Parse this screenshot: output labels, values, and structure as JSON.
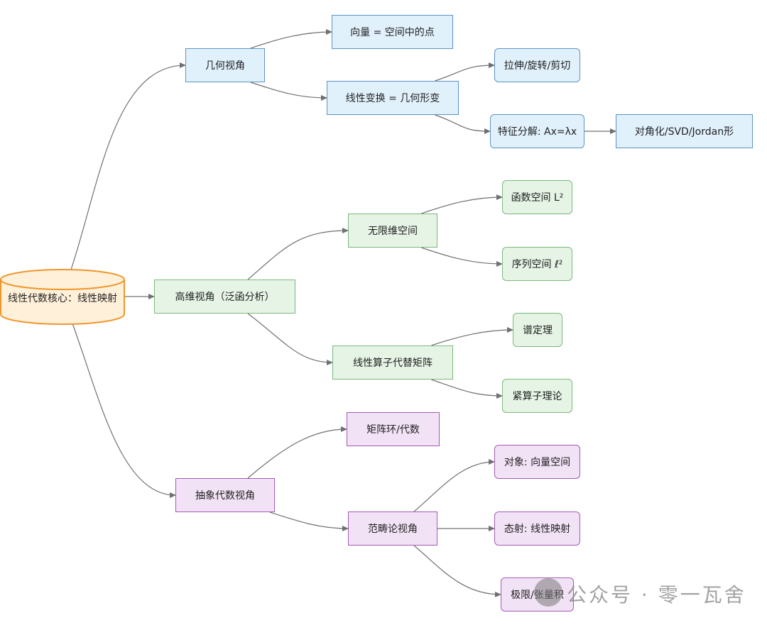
{
  "diagram": {
    "root": {
      "id": "root",
      "label": "线性代数核心：线性映射",
      "shape": "cylinder",
      "color": "#ffe6b3"
    },
    "nodes": [
      {
        "id": "geo",
        "label": "几何视角",
        "group": "blue"
      },
      {
        "id": "vec",
        "label": "向量 = 空间中的点",
        "group": "blue"
      },
      {
        "id": "lt",
        "label": "线性变换 = 几何形变",
        "group": "blue"
      },
      {
        "id": "stretch",
        "label": "拉伸/旋转/剪切",
        "group": "blue"
      },
      {
        "id": "eig",
        "label": "特征分解: Ax=λx",
        "group": "blue"
      },
      {
        "id": "diag",
        "label": "对角化/SVD/Jordan形",
        "group": "blue"
      },
      {
        "id": "hd",
        "label": "高维视角（泛函分析）",
        "group": "green"
      },
      {
        "id": "inf",
        "label": "无限维空间",
        "group": "green"
      },
      {
        "id": "l2",
        "label": "函数空间 L²",
        "group": "green"
      },
      {
        "id": "seq",
        "label": "序列空间 ℓ²",
        "group": "green"
      },
      {
        "id": "op",
        "label": "线性算子代替矩阵",
        "group": "green"
      },
      {
        "id": "spec",
        "label": "谱定理",
        "group": "green"
      },
      {
        "id": "comp",
        "label": "紧算子理论",
        "group": "green"
      },
      {
        "id": "abs",
        "label": "抽象代数视角",
        "group": "purple"
      },
      {
        "id": "ring",
        "label": "矩阵环/代数",
        "group": "purple"
      },
      {
        "id": "cat",
        "label": "范畴论视角",
        "group": "purple"
      },
      {
        "id": "obj",
        "label": "对象: 向量空间",
        "group": "purple"
      },
      {
        "id": "mor",
        "label": "态射: 线性映射",
        "group": "purple"
      },
      {
        "id": "lim",
        "label": "极限/张量积",
        "group": "purple"
      }
    ],
    "edges": [
      [
        "root",
        "geo"
      ],
      [
        "root",
        "hd"
      ],
      [
        "root",
        "abs"
      ],
      [
        "geo",
        "vec"
      ],
      [
        "geo",
        "lt"
      ],
      [
        "lt",
        "stretch"
      ],
      [
        "lt",
        "eig"
      ],
      [
        "eig",
        "diag"
      ],
      [
        "hd",
        "inf"
      ],
      [
        "hd",
        "op"
      ],
      [
        "inf",
        "l2"
      ],
      [
        "inf",
        "seq"
      ],
      [
        "op",
        "spec"
      ],
      [
        "op",
        "comp"
      ],
      [
        "abs",
        "ring"
      ],
      [
        "abs",
        "cat"
      ],
      [
        "cat",
        "obj"
      ],
      [
        "cat",
        "mor"
      ],
      [
        "cat",
        "lim"
      ]
    ],
    "colors": {
      "edge": "#707070",
      "root_fill": "#fff0d9",
      "root_stroke": "#f0962a"
    }
  },
  "watermark": {
    "text": "公众号 · 零一瓦舍",
    "icon": "wechat-icon"
  }
}
